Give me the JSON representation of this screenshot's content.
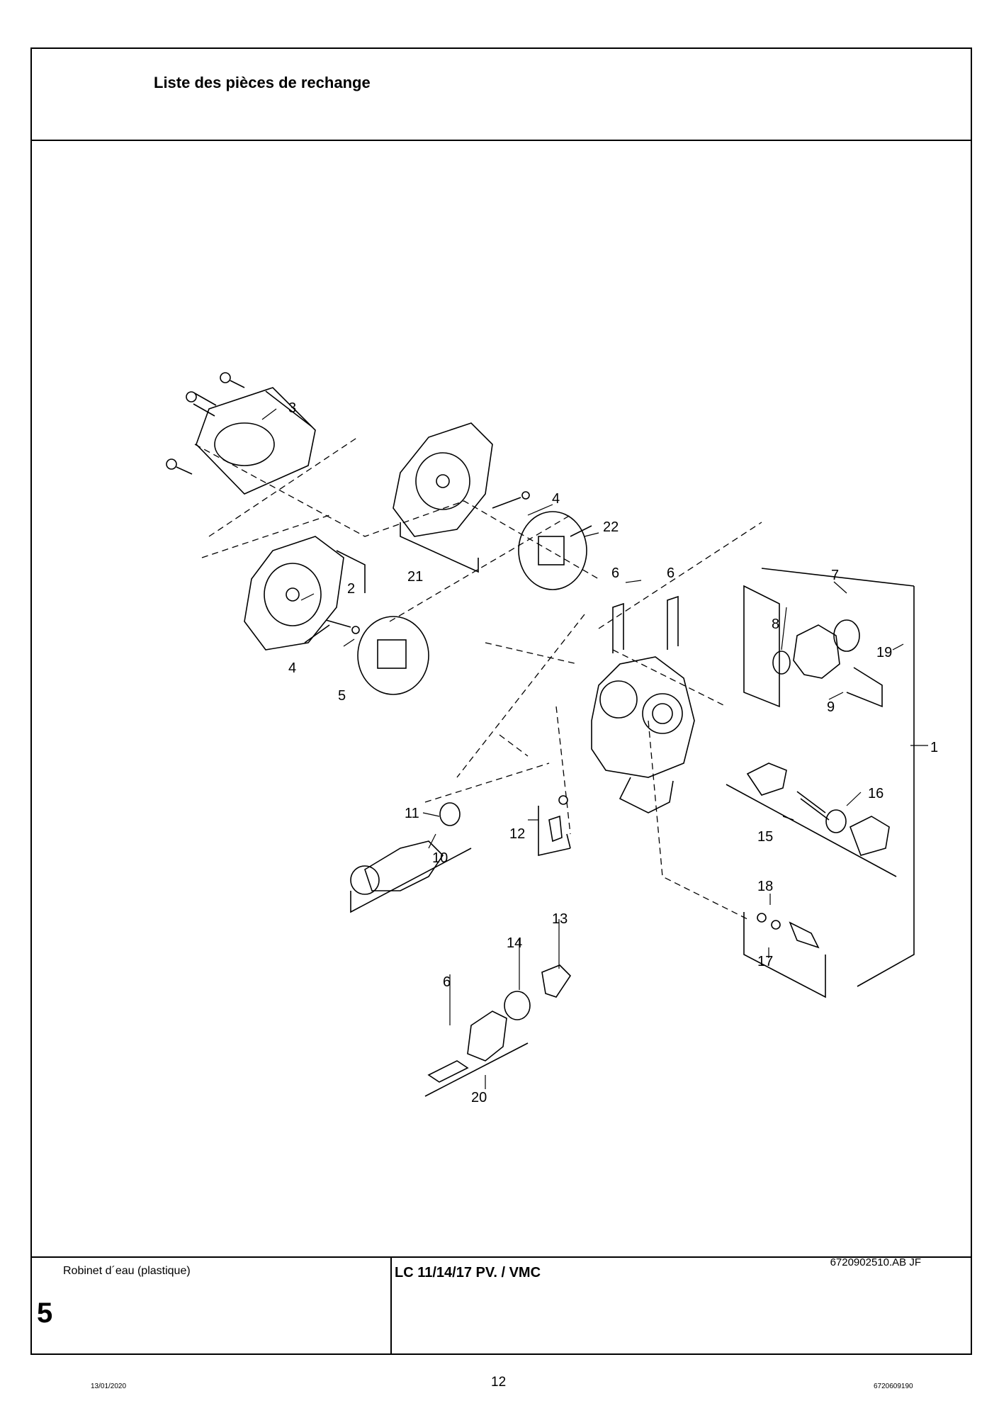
{
  "header": {
    "title": "Liste des pièces de rechange"
  },
  "drawing": {
    "reference_code": "6720902510.AB  JF",
    "callouts": [
      "3",
      "2",
      "4",
      "21",
      "4",
      "22",
      "5",
      "6",
      "6",
      "7",
      "8",
      "19",
      "9",
      "1",
      "11",
      "12",
      "16",
      "15",
      "10",
      "18",
      "13",
      "14",
      "17",
      "6",
      "20"
    ]
  },
  "footer": {
    "caption": "Robinet d´eau (plastique)",
    "section_number": "5",
    "model": "LC 11/14/17 PV. / VMC"
  },
  "page": {
    "date": "13/01/2020",
    "page_number": "12",
    "document_code": "6720609190"
  }
}
